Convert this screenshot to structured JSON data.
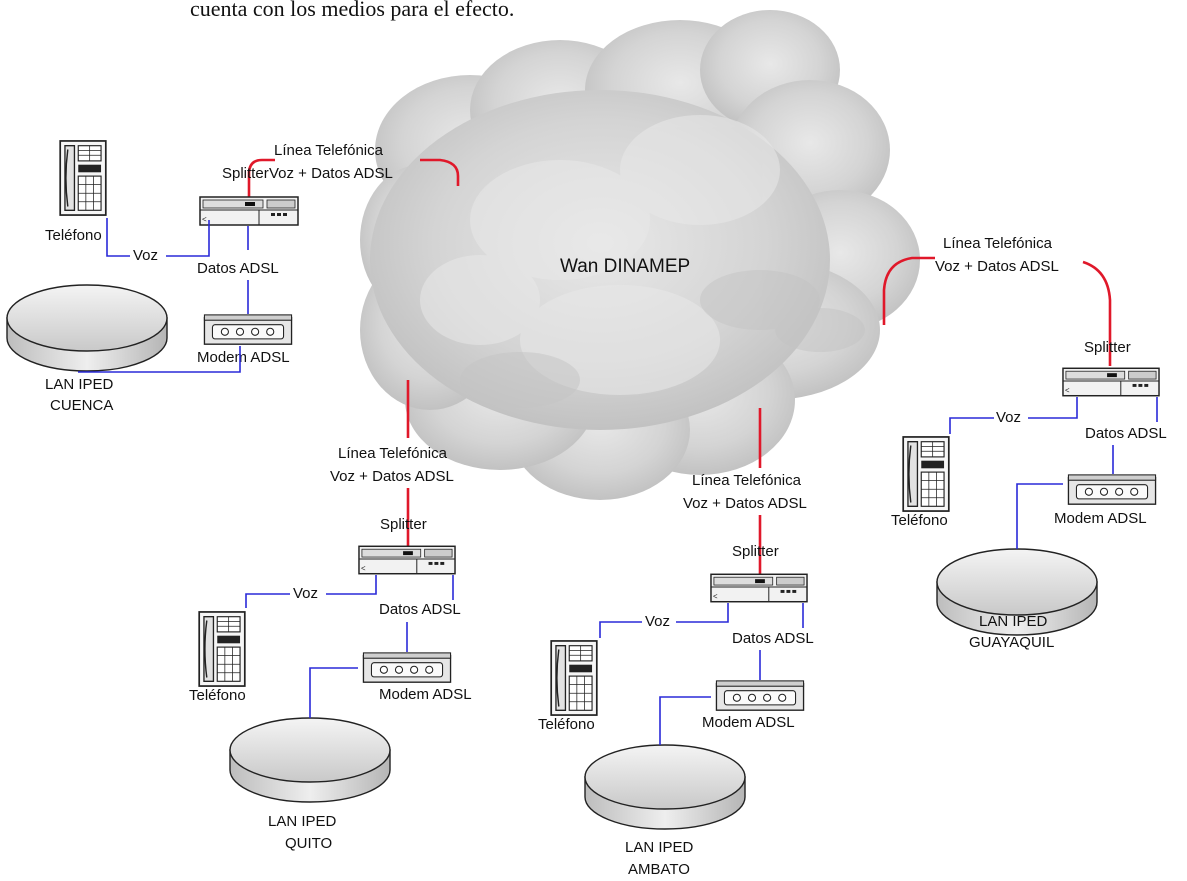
{
  "header_fragment": "cuenta con los medios para el efecto.",
  "cloud": {
    "label": "Wan DINAMEP"
  },
  "sites": {
    "cuenca": {
      "line_label_1": "Línea  Telefónica",
      "splitter_label": "Splitter",
      "line_label_2": "Voz + Datos ADSL",
      "phone_label": "Teléfono",
      "voice_label": "Voz",
      "data_label": "Datos ADSL",
      "modem_label": "Modem ADSL",
      "lan_label_1": "LAN IPED",
      "lan_label_2": "CUENCA"
    },
    "quito": {
      "line_label_1": "Línea  Telefónica",
      "line_label_2": "Voz + Datos ADSL",
      "splitter_label": "Splitter",
      "voice_label": "Voz",
      "data_label": "Datos ADSL",
      "phone_label": "Teléfono",
      "modem_label": "Modem ADSL",
      "lan_label_1": "LAN IPED",
      "lan_label_2": "QUITO"
    },
    "ambato": {
      "line_label_1": "Línea  Telefónica",
      "line_label_2": "Voz + Datos ADSL",
      "splitter_label": "Splitter",
      "voice_label": "Voz",
      "data_label": "Datos ADSL",
      "phone_label": "Teléfono",
      "modem_label": "Modem ADSL",
      "lan_label_1": "LAN IPED",
      "lan_label_2": "AMBATO"
    },
    "guayaquil": {
      "line_label_1": "Línea  Telefónica",
      "line_label_2": "Voz + Datos ADSL",
      "splitter_label": "Splitter",
      "voice_label": "Voz",
      "data_label": "Datos ADSL",
      "phone_label": "Teléfono",
      "modem_label": "Modem ADSL",
      "lan_label_1": "LAN IPED",
      "lan_label_2": "GUAYAQUIL"
    }
  },
  "colors": {
    "data_line": "#2a2ad8",
    "phone_line": "#e0182a",
    "cloud_fill": "#d0d0d0"
  }
}
